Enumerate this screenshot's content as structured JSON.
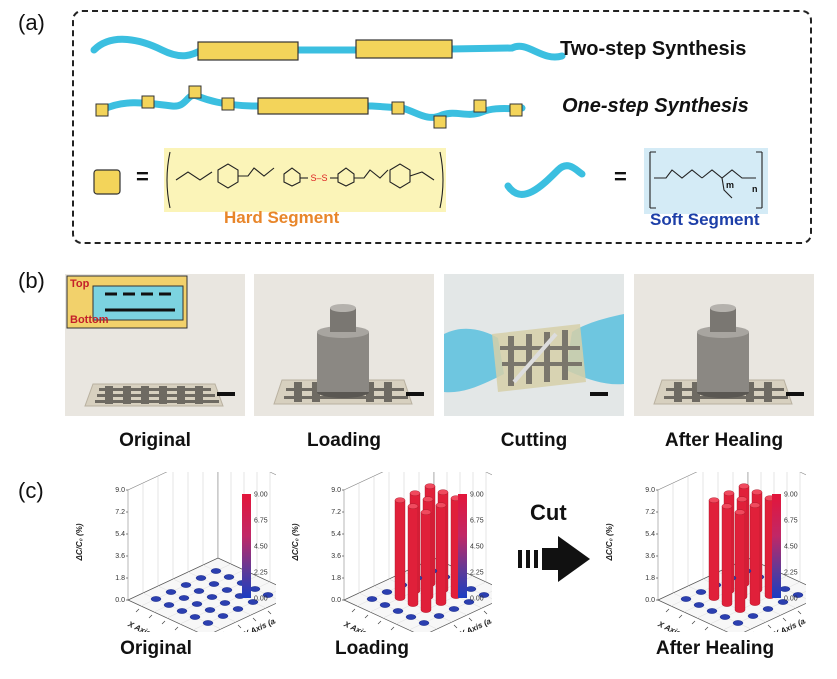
{
  "panel_a": {
    "label": "(a)",
    "two_step": "Two-step Synthesis",
    "one_step": "One-step Synthesis",
    "equals": "=",
    "hard_segment": "Hard Segment",
    "soft_segment": "Soft Segment",
    "disulfide": "S–S",
    "sub_m": "m",
    "sub_n": "n",
    "colors": {
      "chain": "#3bbfe0",
      "hard": "#f3d45a",
      "hard_text": "#e8862a",
      "soft_text": "#1d3fa8"
    }
  },
  "panel_b": {
    "label": "(b)",
    "inset_top": "Top",
    "inset_bottom": "Bottom",
    "captions": [
      "Original",
      "Loading",
      "Cutting",
      "After Healing"
    ]
  },
  "panel_c": {
    "label": "(c)",
    "arrow_label": "Cut",
    "captions": [
      "Original",
      "Loading",
      "After Healing"
    ],
    "z_ticks": [
      "9.0",
      "7.2",
      "5.4",
      "3.6",
      "1.8",
      "0.0"
    ],
    "z_label": "ΔC/C₀ (%)",
    "x_label": "X Axis (a. u.)",
    "y_label": "Y Axis (a. u.)",
    "colorbar_ticks": [
      "9.00",
      "6.75",
      "4.50",
      "2.25",
      "0.00"
    ]
  },
  "chart_data": [
    {
      "type": "bar3d",
      "caption": "Original",
      "zlim": [
        0,
        9
      ],
      "grid": [
        [
          0,
          0,
          0,
          0,
          0
        ],
        [
          0,
          0,
          0,
          0,
          0
        ],
        [
          0,
          0,
          0,
          0,
          0
        ],
        [
          0,
          0,
          0,
          0,
          0
        ],
        [
          0,
          0,
          0,
          0,
          0
        ]
      ]
    },
    {
      "type": "bar3d",
      "caption": "Loading",
      "zlim": [
        0,
        9
      ],
      "grid": [
        [
          0,
          0,
          0,
          0,
          0
        ],
        [
          0,
          8,
          8,
          8,
          0
        ],
        [
          0,
          8,
          8,
          8,
          0
        ],
        [
          0,
          8,
          8,
          8,
          0
        ],
        [
          0,
          0,
          0,
          0,
          0
        ]
      ]
    },
    {
      "type": "bar3d",
      "caption": "After Healing",
      "zlim": [
        0,
        9
      ],
      "grid": [
        [
          0,
          0,
          0,
          0,
          0
        ],
        [
          0,
          8,
          8,
          8,
          0
        ],
        [
          0,
          8,
          8,
          8,
          0
        ],
        [
          0,
          8,
          8,
          8,
          0
        ],
        [
          0,
          0,
          0,
          0,
          0
        ]
      ]
    }
  ]
}
